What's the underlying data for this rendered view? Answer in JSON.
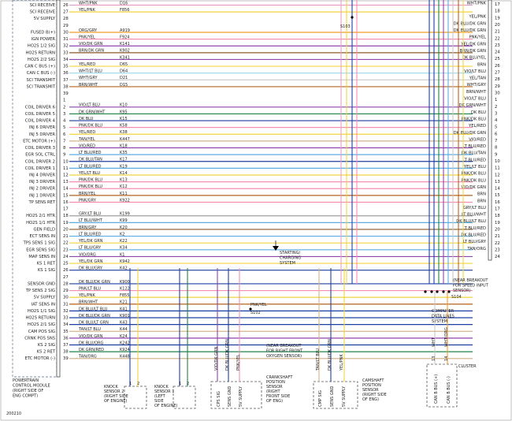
{
  "left_labels": [
    {
      "pin": "26",
      "label": "SCI RECEIVE",
      "wire": "WHT/PNK",
      "circuit": "D16",
      "color": "#e9a0c8"
    },
    {
      "pin": "27",
      "label": "SCI RECEIVE",
      "wire": "YEL/PNK",
      "circuit": "F856",
      "color": "#f4d43e"
    },
    {
      "pin": "28",
      "label": "5V SUPPLY",
      "wire": "",
      "circuit": "",
      "color": ""
    },
    {
      "pin": "29",
      "label": "",
      "wire": "",
      "circuit": "",
      "color": ""
    },
    {
      "pin": "30",
      "label": "FUSED B(+)",
      "wire": "ORG/GRY",
      "circuit": "A919",
      "color": "#f39c2b"
    },
    {
      "pin": "31",
      "label": "IGN POWER",
      "wire": "PNK/YEL",
      "circuit": "F924",
      "color": "#f48fb1"
    },
    {
      "pin": "32",
      "label": "HO2S 1/2 SIG",
      "wire": "VIO/DK GRN",
      "circuit": "K141",
      "color": "#8e44ad"
    },
    {
      "pin": "33",
      "label": "HO2S RETURN",
      "wire": "BRN/DK GRN",
      "circuit": "K902",
      "color": "#8b5a2b"
    },
    {
      "pin": "34",
      "label": "HO2S 2/2 SIG",
      "wire": "",
      "circuit": "K341",
      "color": "#8e44ad"
    },
    {
      "pin": "35",
      "label": "CAN C BUS (+)",
      "wire": "YEL/RED",
      "circuit": "D65",
      "color": "#f4d43e"
    },
    {
      "pin": "36",
      "label": "CAN C BUS (-)",
      "wire": "WHT/LT BLU",
      "circuit": "D64",
      "color": "#9fd8f0"
    },
    {
      "pin": "37",
      "label": "SCI TRANSMIT",
      "wire": "WHT/GRY",
      "circuit": "D21",
      "color": "#c8c8c8"
    },
    {
      "pin": "38",
      "label": "SCI TRANSMIT",
      "wire": "BRN/WHT",
      "circuit": "D15",
      "color": "#b5651d"
    },
    {
      "pin": "39",
      "label": "",
      "wire": "",
      "circuit": "",
      "color": ""
    },
    {
      "pin": "1",
      "label": "",
      "wire": "",
      "circuit": "",
      "color": ""
    },
    {
      "pin": "2",
      "label": "COIL DRIVER 6",
      "wire": "VIO/LT BLU",
      "circuit": "K10",
      "color": "#8e44ad"
    },
    {
      "pin": "3",
      "label": "COIL DRIVER 5",
      "wire": "DK GRN/WHT",
      "circuit": "K95",
      "color": "#1e8449"
    },
    {
      "pin": "4",
      "label": "COIL DRIVER 4",
      "wire": "DK BLU",
      "circuit": "K15",
      "color": "#1f3fa0"
    },
    {
      "pin": "5",
      "label": "INJ 6 DRIVER",
      "wire": "PNK/DK BLU",
      "circuit": "K58",
      "color": "#f48fb1"
    },
    {
      "pin": "6",
      "label": "INJ 5 DRIVER",
      "wire": "YEL/RED",
      "circuit": "K38",
      "color": "#f4d43e"
    },
    {
      "pin": "7",
      "label": "ETC MOTOR (+)",
      "wire": "TAN/YEL",
      "circuit": "K447",
      "color": "#d2b48c"
    },
    {
      "pin": "8",
      "label": "COIL DRIVER 3",
      "wire": "VIO/RED",
      "circuit": "K18",
      "color": "#8e44ad"
    },
    {
      "pin": "9",
      "label": "EGR SOL CTRL",
      "wire": "LT BLU/RED",
      "circuit": "K35",
      "color": "#5dade2"
    },
    {
      "pin": "10",
      "label": "COIL DRIVER 2",
      "wire": "DK BLU/TAN",
      "circuit": "K17",
      "color": "#1f3fa0"
    },
    {
      "pin": "11",
      "label": "COIL DRIVER 1",
      "wire": "LT BLU/RED",
      "circuit": "K19",
      "color": "#5dade2"
    },
    {
      "pin": "12",
      "label": "INJ 4 DRIVER",
      "wire": "YEL/LT BLU",
      "circuit": "K14",
      "color": "#f4d43e"
    },
    {
      "pin": "13",
      "label": "INJ 3 DRIVER",
      "wire": "PNK/DK BLU",
      "circuit": "K13",
      "color": "#f48fb1"
    },
    {
      "pin": "14",
      "label": "INJ 2 DRIVER",
      "wire": "PNK/DK BLU",
      "circuit": "K12",
      "color": "#f48fb1"
    },
    {
      "pin": "15",
      "label": "INJ 1 DRIVER",
      "wire": "BRN/YEL",
      "circuit": "K11",
      "color": "#b5651d"
    },
    {
      "pin": "16",
      "label": "TP SENS RET",
      "wire": "PNK/GRY",
      "circuit": "K922",
      "color": "#f48fb1"
    },
    {
      "pin": "17",
      "label": "",
      "wire": "",
      "circuit": "",
      "color": ""
    },
    {
      "pin": "18",
      "label": "HO2S 2/1 HTR",
      "wire": "GRY/LT BLU",
      "circuit": "K199",
      "color": "#a0a0a0"
    },
    {
      "pin": "19",
      "label": "HO2S 1/1 HTR",
      "wire": "LT BLU/WHT",
      "circuit": "K99",
      "color": "#5dade2"
    },
    {
      "pin": "20",
      "label": "GEN FIELD",
      "wire": "BRN/GRY",
      "circuit": "K20",
      "color": "#8b5a2b"
    },
    {
      "pin": "21",
      "label": "ECT SENS IN",
      "wire": "LT BLU/RED",
      "circuit": "K2",
      "color": "#5dade2"
    },
    {
      "pin": "22",
      "label": "TPS SENS 1 SIG",
      "wire": "YEL/DK GRN",
      "circuit": "K22",
      "color": "#f4d43e"
    },
    {
      "pin": "23",
      "label": "EGR SENS SIG",
      "wire": "LT BLU/GRY",
      "circuit": "K34",
      "color": "#5dade2"
    },
    {
      "pin": "24",
      "label": "MAP SENS IN",
      "wire": "VIO/ORG",
      "circuit": "K1",
      "color": "#8e44ad"
    },
    {
      "pin": "25",
      "label": "KS 1 RET",
      "wire": "YEL/DK GRN",
      "circuit": "K942",
      "color": "#f4d43e"
    },
    {
      "pin": "26",
      "label": "KS 1 SIG",
      "wire": "DK BLU/GRY",
      "circuit": "K42",
      "color": "#1f3fa0"
    },
    {
      "pin": "27",
      "label": "",
      "wire": "",
      "circuit": "",
      "color": ""
    },
    {
      "pin": "28",
      "label": "SENSOR GND",
      "wire": "DK BLU/DK GRN",
      "circuit": "K900",
      "color": "#1f3fa0"
    },
    {
      "pin": "29",
      "label": "TP SENS 2 SIG",
      "wire": "PNK/LT BLU",
      "circuit": "K122",
      "color": "#f48fb1"
    },
    {
      "pin": "30",
      "label": "5V SUPPLY",
      "wire": "YEL/PNK",
      "circuit": "F855",
      "color": "#f4d43e"
    },
    {
      "pin": "31",
      "label": "IAT SENS IN",
      "wire": "BRN/WHT",
      "circuit": "K21",
      "color": "#b5651d"
    },
    {
      "pin": "32",
      "label": "HO2S 1/1 SIG",
      "wire": "DK BLU/LT BLU",
      "circuit": "K41",
      "color": "#1f3fa0"
    },
    {
      "pin": "33",
      "label": "HO2S RETURN",
      "wire": "DK BLU/DK GRN",
      "circuit": "K901",
      "color": "#1f3fa0"
    },
    {
      "pin": "34",
      "label": "HO2S 2/1 SIG",
      "wire": "DK BLU/LT GRN",
      "circuit": "K43",
      "color": "#1f3fa0"
    },
    {
      "pin": "35",
      "label": "CAM POS SIG",
      "wire": "TAN/LT BLU",
      "circuit": "K44",
      "color": "#d2b48c"
    },
    {
      "pin": "36",
      "label": "CRNK POS SNS",
      "wire": "VIO/DK GRN",
      "circuit": "K24",
      "color": "#8e44ad"
    },
    {
      "pin": "37",
      "label": "KS 2 SIG",
      "wire": "DK BLU/ORG",
      "circuit": "K242",
      "color": "#1f3fa0"
    },
    {
      "pin": "38",
      "label": "KS 2 RET",
      "wire": "DK GRN/RED",
      "circuit": "K924",
      "color": "#1e8449"
    },
    {
      "pin": "39",
      "label": "ETC MOTOR (-)",
      "wire": "TAN/ORG",
      "circuit": "K448",
      "color": "#d2b48c"
    }
  ],
  "right_labels": [
    {
      "pin": "17",
      "wire": "WHT/PNK"
    },
    {
      "pin": "18",
      "wire": ""
    },
    {
      "pin": "19",
      "wire": "YEL/PNK"
    },
    {
      "pin": "20",
      "wire": "DK BLU/DK GRN"
    },
    {
      "pin": "21",
      "wire": "DK BLU/DK GRN"
    },
    {
      "pin": "22",
      "wire": "PNK/YEL"
    },
    {
      "pin": "23",
      "wire": "YEL/DK GRN"
    },
    {
      "pin": "24",
      "wire": "BRN/DK GRN"
    },
    {
      "pin": "25",
      "wire": "DK BLU/YEL"
    },
    {
      "pin": "26",
      "wire": "BRN"
    },
    {
      "pin": "27",
      "wire": "VIO/LT BLU"
    },
    {
      "pin": "28",
      "wire": "YEL/TAN"
    },
    {
      "pin": "29",
      "wire": "WHT/GRY"
    },
    {
      "pin": "30",
      "wire": "BRN/WHT"
    },
    {
      "pin": "1",
      "wire": "VIO/LT BLU"
    },
    {
      "pin": "2",
      "wire": "DK GRN/WHT"
    },
    {
      "pin": "3",
      "wire": "DK BLU"
    },
    {
      "pin": "4",
      "wire": "PNK/DK BLU"
    },
    {
      "pin": "5",
      "wire": "YEL/RED"
    },
    {
      "pin": "6",
      "wire": "DK BLU/DK GRN"
    },
    {
      "pin": "7",
      "wire": "VIO/RED"
    },
    {
      "pin": "8",
      "wire": "LT BLU/RED"
    },
    {
      "pin": "9",
      "wire": "DK BLU/TAN"
    },
    {
      "pin": "10",
      "wire": "LT BLU/RED"
    },
    {
      "pin": "11",
      "wire": "YEL/LT BLU"
    },
    {
      "pin": "12",
      "wire": "PNK/DK BLU"
    },
    {
      "pin": "13",
      "wire": "PNK/DK BLU"
    },
    {
      "pin": "14",
      "wire": "VIO/DK GRN"
    },
    {
      "pin": "15",
      "wire": "BRN"
    },
    {
      "pin": "16",
      "wire": "BRN"
    },
    {
      "pin": "17",
      "wire": "GRY/LT BLU"
    },
    {
      "pin": "18",
      "wire": "LT BLU/WHT"
    },
    {
      "pin": "19",
      "wire": "DK BLU/LT BLU"
    },
    {
      "pin": "20",
      "wire": "LT BLU/RED"
    },
    {
      "pin": "21",
      "wire": "DK BLU/RED"
    },
    {
      "pin": "22",
      "wire": "LT BLU/GRY"
    },
    {
      "pin": "23",
      "wire": "TAN/ORG"
    },
    {
      "pin": "24",
      "wire": ""
    }
  ],
  "module": {
    "name_lines": [
      "POWERTRAIN",
      "CONTROL MODULE",
      "(RIGHT SIDE OF",
      "ENG COMPT)"
    ]
  },
  "splices": {
    "s103": "S103",
    "s104": "S104",
    "s102": "S102",
    "s102_wire": "PNK/YEL"
  },
  "annotations": {
    "starting_charging": [
      "STARTING/",
      "CHARGING",
      "SYSTEM"
    ],
    "breakout_speed": [
      "(NEAR BREAKOUT",
      "FOR SPEED INPUT",
      "SENSOR)"
    ],
    "breakout_o2": [
      "(NEAR BREAKOUT",
      "FOR RIGHT FRONT",
      "OXYGEN SENSOR)"
    ],
    "computer_data_lines": [
      "COMPUTER",
      "DATA LINES",
      "SYSTEM"
    ],
    "diagram_id": "200210"
  },
  "components": {
    "knock2": {
      "name": [
        "KNOCK",
        "SENSOR 2",
        "(RIGHT SIDE",
        "OF ENGINE)"
      ],
      "pins": [
        "1",
        "2"
      ]
    },
    "knock1": {
      "name": [
        "KNOCK",
        "SENSOR 1",
        "(LEFT",
        "SIDE",
        "OF ENGINE)"
      ],
      "pins": [
        "1",
        "2"
      ]
    },
    "crank": {
      "name": [
        "CRANKSHAFT",
        "POSITION",
        "SENSOR",
        "(RIGHT",
        "FRONT SIDE",
        "OF ENG)"
      ],
      "pins": [
        "CPS SIG",
        "SENS GND",
        "5V SUPPLY"
      ],
      "wires": [
        "VIO/DK GRN",
        "DK BLU/DK GRN",
        "PNK/YEL"
      ]
    },
    "cam": {
      "name": [
        "CAMSHAFT",
        "POSITION",
        "SENSOR",
        "(RIGHT SIDE",
        "OF ENG)"
      ],
      "pins": [
        "CMP SIG",
        "SENS GND",
        "5V SUPPLY"
      ],
      "wires": [
        "TAN/LT BLU",
        "DK BLU/DK GRN",
        "YEL/PNK"
      ]
    },
    "cluster": {
      "name": "CLUSTER",
      "pins": [
        "CAN B BUS (+)",
        "CAN B BUS (-)"
      ],
      "pin_numbers": [
        "13",
        "14"
      ],
      "wires": [
        "WHT",
        "WHT/ORG"
      ]
    }
  }
}
